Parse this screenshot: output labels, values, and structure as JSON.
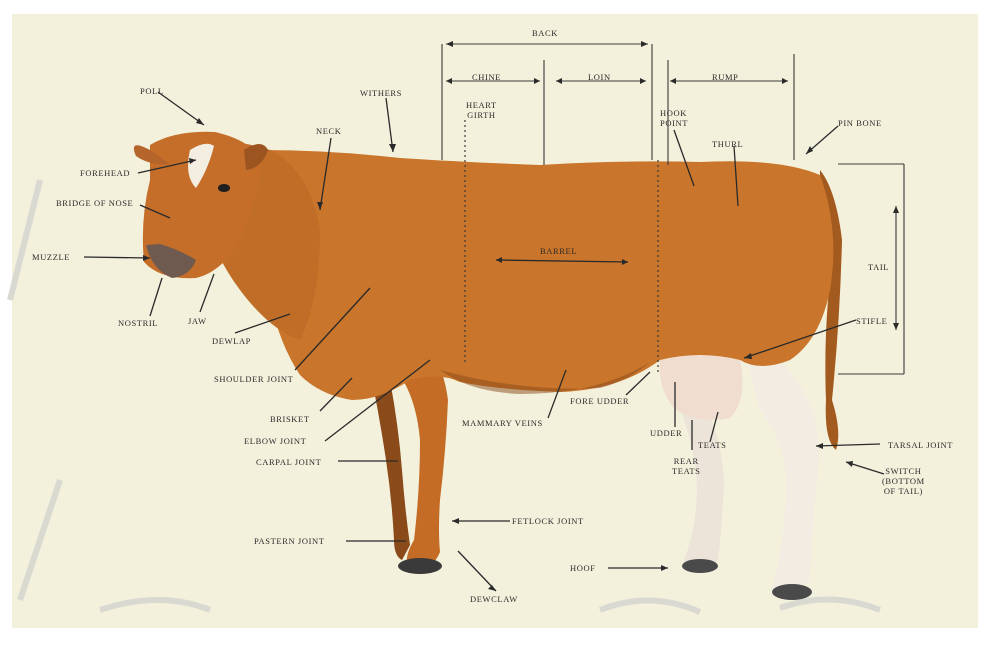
{
  "diagram": {
    "background_color": "#f3f1dc",
    "cow_color": "#c9752b",
    "line_color": "#3a3a3a",
    "labels": {
      "poll": "Poll",
      "withers": "Withers",
      "neck": "Neck",
      "forehead": "Forehead",
      "bridge_of_nose": "Bridge of Nose",
      "muzzle": "Muzzle",
      "nostril": "Nostril",
      "jaw": "Jaw",
      "dewlap": "Dewlap",
      "shoulder_joint": "Shoulder Joint",
      "brisket": "Brisket",
      "elbow_joint": "Elbow Joint",
      "carpal_joint": "Carpal Joint",
      "pastern_joint": "Pastern Joint",
      "fetlock_joint": "Fetlock Joint",
      "dewclaw": "Dewclaw",
      "hoof": "Hoof",
      "back": "Back",
      "chine": "Chine",
      "loin": "Loin",
      "rump": "Rump",
      "heart_girth": "Heart\nGirth",
      "hook_point": "Hook\nPoint",
      "thurl": "Thurl",
      "pin_bone": "Pin Bone",
      "barrel": "Barrel",
      "tail": "Tail",
      "stifle": "Stifle",
      "tarsal_joint": "Tarsal Joint",
      "switch": "Switch\n(Bottom\nof Tail)",
      "mammary_veins": "Mammary Veins",
      "fore_udder": "Fore Udder",
      "udder": "Udder",
      "rear_teats": "Rear\nTeats",
      "teats": "Teats"
    }
  }
}
